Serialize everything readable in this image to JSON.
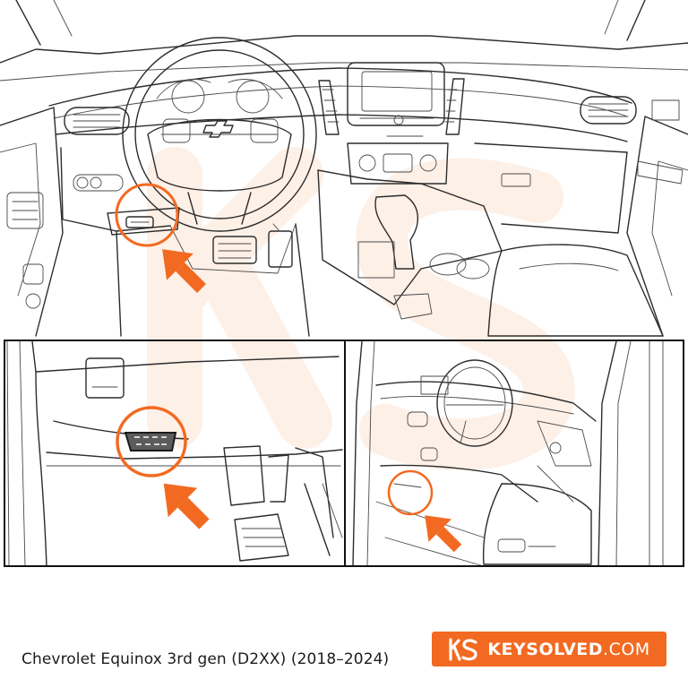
{
  "caption": "Chevrolet Equinox 3rd gen (D2XX) (2018–2024)",
  "brand": {
    "name_bold": "KEYSOLVED",
    "name_suffix": ".COM",
    "logo_letters": "KS",
    "accent_color": "#f26a21",
    "watermark_color": "#fbe3d4"
  },
  "icons": {
    "marker": "circle-highlight",
    "pointer": "arrow-pointer",
    "connector": "obd2-port"
  }
}
